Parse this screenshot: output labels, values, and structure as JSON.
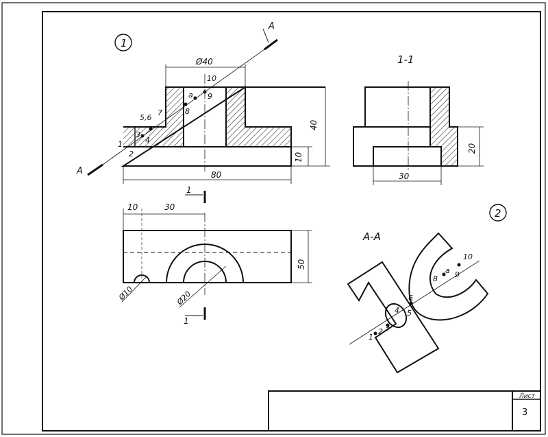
{
  "sheet": {
    "number": "3",
    "label": "Лист",
    "ink_color": "#111111",
    "hatch_color": "#222222"
  },
  "view1": {
    "number": "1",
    "section_arrow": "A",
    "dimensions": {
      "bore_diameter": "Ø40",
      "total_height": "40",
      "base_height": "10",
      "base_length": "80",
      "offset_left": "10",
      "offset_center": "30",
      "depth": "50",
      "hole_small": "Ø10",
      "hole_large": "Ø20"
    },
    "cut_mark": "1",
    "point_labels": [
      "1",
      "2",
      "3",
      "4",
      "5,6",
      "7",
      "8",
      "a",
      "9",
      "10"
    ]
  },
  "section_1_1": {
    "title": "1-1",
    "dim_width": "30",
    "dim_height": "20"
  },
  "view2": {
    "number": "2",
    "title": "A-A",
    "point_labels": [
      "1",
      "2",
      "3",
      "4",
      "5",
      "6",
      "8",
      "a",
      "9",
      "10"
    ]
  }
}
